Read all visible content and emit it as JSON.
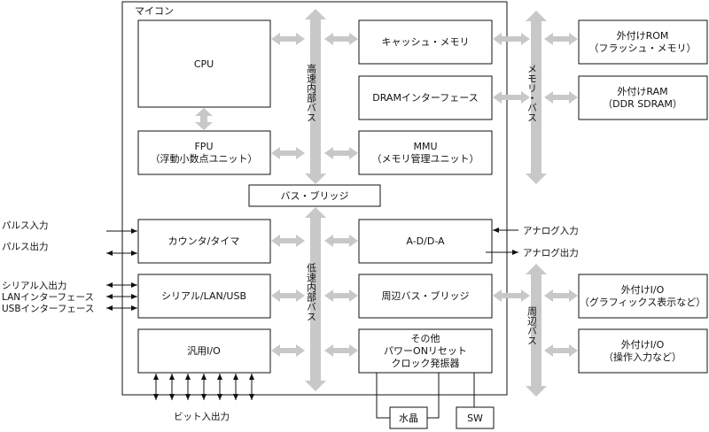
{
  "mcu_label": "マイコン",
  "blocks": {
    "cpu": [
      "CPU"
    ],
    "fpu": [
      "FPU",
      "（浮動小数点ユニット）"
    ],
    "cache": [
      "キャッシュ・メモリ"
    ],
    "dram_if": [
      "DRAMインターフェース"
    ],
    "mmu": [
      "MMU",
      "（メモリ管理ユニット）"
    ],
    "bus_bridge": [
      "バス・ブリッジ"
    ],
    "counter_timer": [
      "カウンタ/タイマ"
    ],
    "serial": [
      "シリアル/LAN/USB"
    ],
    "gpio": [
      "汎用I/O"
    ],
    "adda": [
      "A-D/D-A"
    ],
    "periph_bridge": [
      "周辺バス・ブリッジ"
    ],
    "others": [
      "その他",
      "パワーONリセット",
      "クロック発振器"
    ],
    "ext_rom": [
      "外付けROM",
      "（フラッシュ・メモリ）"
    ],
    "ext_ram": [
      "外付けRAM",
      "（DDR SDRAM）"
    ],
    "ext_io_graphics": [
      "外付けI/O",
      "（グラフィックス表示など）"
    ],
    "ext_io_input": [
      "外付けI/O",
      "（操作入力など）"
    ],
    "crystal": [
      "水晶"
    ],
    "sw": [
      "SW"
    ]
  },
  "buses": {
    "high_speed": "高速内部バス",
    "low_speed": "低速内部バス",
    "memory": "メモリ・バス",
    "peripheral": "周辺バス"
  },
  "signals": {
    "pulse_in": "パルス入力",
    "pulse_out": "パルス出力",
    "serial_io": "シリアル入出力",
    "lan_if": "LANインターフェース",
    "usb_if": "USBインターフェース",
    "analog_in": "アナログ入力",
    "analog_out": "アナログ出力",
    "bit_io": "ビット入出力"
  },
  "colors": {
    "line": "#111111",
    "bus_arrow": "#c8c8c8",
    "background": "#ffffff"
  }
}
